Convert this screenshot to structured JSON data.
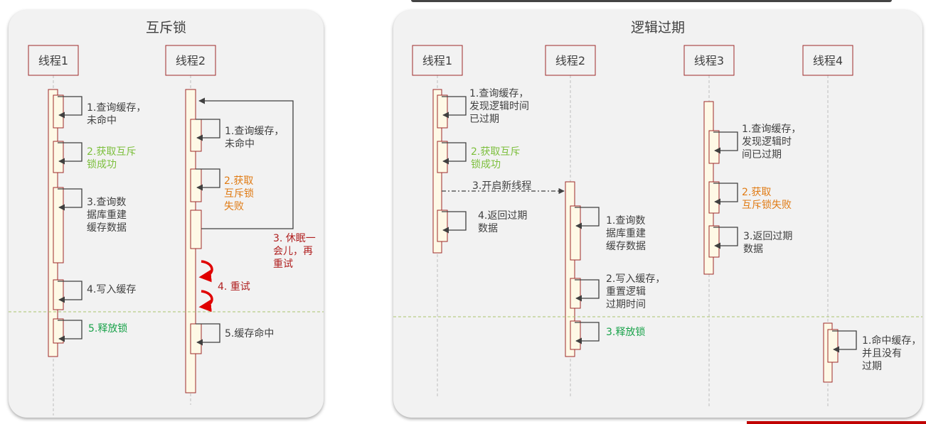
{
  "colors": {
    "lifeline_box_border": "#9e2a2a",
    "activation_fill": "#fef9e6",
    "arrow": "#404040",
    "note_gray": "#404040",
    "note_green_light": "#7cbf3c",
    "note_green": "#19a24a",
    "note_orange": "#e07b14",
    "note_red": "#b02020",
    "retry_arrow": "#e00000",
    "divider": "#a9c46e"
  },
  "left_panel": {
    "title": "互斥锁",
    "thread1": {
      "label": "线程1",
      "step1_lines": [
        "1.查询缓存，",
        "未命中"
      ],
      "step2_lines": [
        "2.获取互斥",
        "锁成功"
      ],
      "step3_lines": [
        "3.查询数",
        "据库重建",
        "缓存数据"
      ],
      "step4_lines": [
        "4.写入缓存"
      ],
      "step5_lines": [
        "5.释放锁"
      ]
    },
    "thread2": {
      "label": "线程2",
      "step1_lines": [
        "1.查询缓存，",
        "未命中"
      ],
      "step2_lines": [
        "2.获取",
        "互斥锁",
        "失败"
      ],
      "step3_lines": [
        "3. 休眠一",
        "会儿，再",
        "重试"
      ],
      "step4_lines": [
        "4. 重试"
      ],
      "step5_lines": [
        "5.缓存命中"
      ]
    }
  },
  "right_panel": {
    "title": "逻辑过期",
    "thread1": {
      "label": "线程1",
      "step1_lines": [
        "1.查询缓存，",
        "发现逻辑时间",
        "已过期"
      ],
      "step2_lines": [
        "2.获取互斥",
        "锁成功"
      ],
      "step3_label": "3.开启新线程",
      "step4_lines": [
        "4.返回过期",
        "数据"
      ]
    },
    "thread2": {
      "label": "线程2",
      "step1_lines": [
        "1.查询数",
        "据库重建",
        "缓存数据"
      ],
      "step2_lines": [
        "2.写入缓存，",
        "重置逻辑",
        "过期时间"
      ],
      "step3_lines": [
        "3.释放锁"
      ]
    },
    "thread3": {
      "label": "线程3",
      "step1_lines": [
        "1.查询缓存，",
        "发现逻辑时",
        "间已过期"
      ],
      "step2_lines": [
        "2.获取",
        "互斥锁失败"
      ],
      "step3_lines": [
        "3.返回过期",
        "数据"
      ]
    },
    "thread4": {
      "label": "线程4",
      "step1_lines": [
        "1.命中缓存，",
        "并且没有",
        "过期"
      ]
    }
  }
}
